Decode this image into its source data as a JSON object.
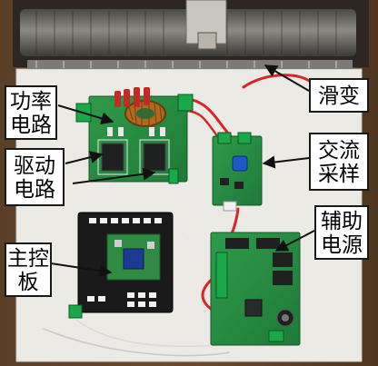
{
  "callouts": {
    "power_circuit": [
      "功率",
      "电路"
    ],
    "drive_circuit": [
      "驱动",
      "电路"
    ],
    "main_board": [
      "主控",
      "板"
    ],
    "rheostat": [
      "滑变"
    ],
    "ac_sampling": [
      "交流",
      "采样"
    ],
    "aux_power": [
      "辅助",
      "电源"
    ]
  }
}
